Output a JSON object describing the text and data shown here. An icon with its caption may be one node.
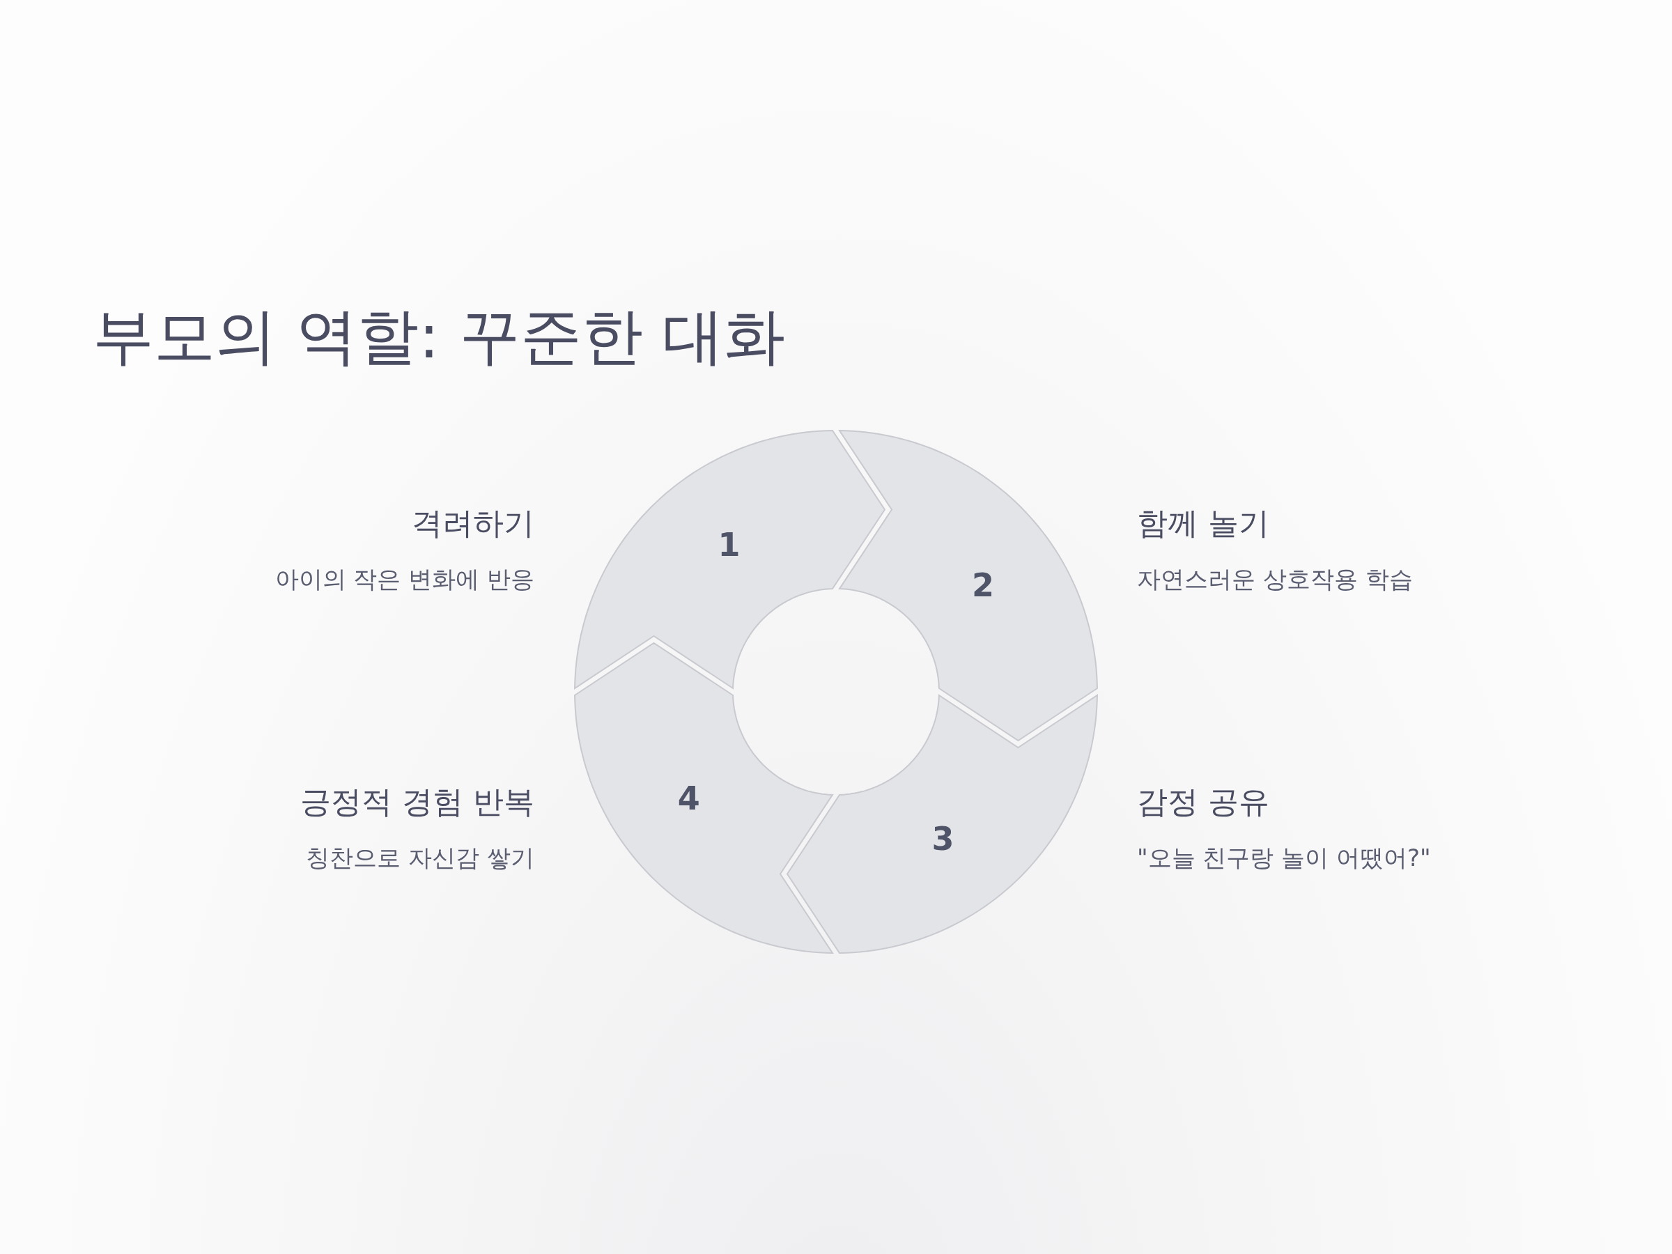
{
  "diagram": {
    "title": "부모의 역할: 꾸준한 대화",
    "nodes": [
      {
        "text": [
          "1"
        ],
        "beside": [
          "격려하기",
          "아이의 작은 변화에 반응"
        ]
      },
      {
        "text": [
          "2"
        ],
        "beside": [
          "함께 놀기",
          "자연스러운 상호작용 학습"
        ]
      },
      {
        "text": [
          "3"
        ],
        "beside": [
          "감정 공유",
          "\"오늘 친구랑 놀이 어땠어?\""
        ]
      },
      {
        "text": [
          "4"
        ],
        "beside": [
          "긍정적 경험 반복",
          "칭찬으로 자신감 쌓기"
        ]
      }
    ]
  }
}
